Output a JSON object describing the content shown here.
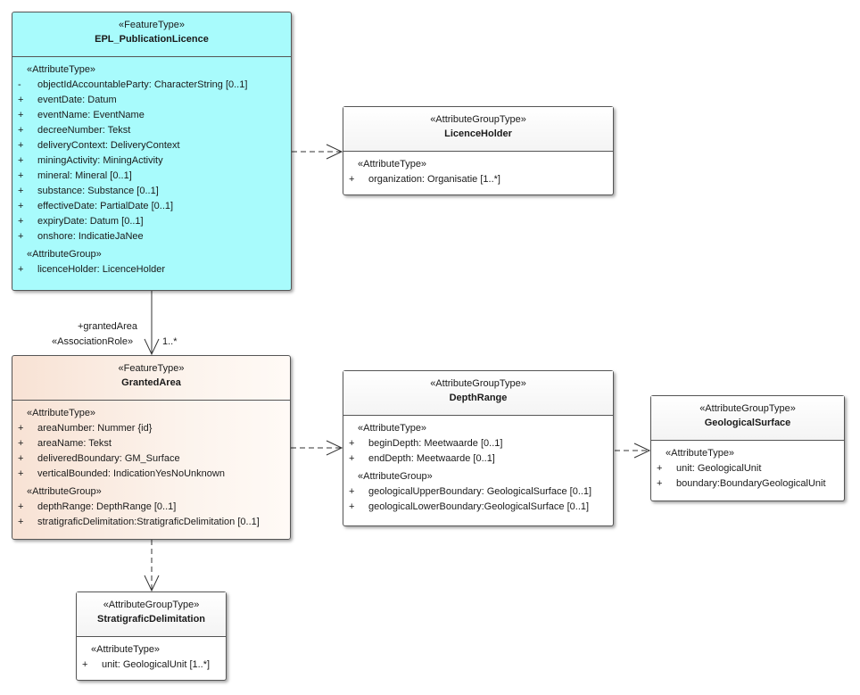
{
  "classes": {
    "epl": {
      "stereotype": "«FeatureType»",
      "name": "EPL_PublicationLicence",
      "sections": [
        {
          "label": "«AttributeType»",
          "attrs": [
            {
              "vis": "-",
              "text": "objectIdAccountableParty: CharacterString [0..1]"
            },
            {
              "vis": "+",
              "text": "eventDate: Datum"
            },
            {
              "vis": "+",
              "text": "eventName: EventName"
            },
            {
              "vis": "+",
              "text": "decreeNumber: Tekst"
            },
            {
              "vis": "+",
              "text": "deliveryContext: DeliveryContext"
            },
            {
              "vis": "+",
              "text": "miningActivity: MiningActivity"
            },
            {
              "vis": "+",
              "text": "mineral: Mineral [0..1]"
            },
            {
              "vis": "+",
              "text": "substance: Substance [0..1]"
            },
            {
              "vis": "+",
              "text": "effectiveDate: PartialDate [0..1]"
            },
            {
              "vis": "+",
              "text": "expiryDate: Datum [0..1]"
            },
            {
              "vis": "+",
              "text": "onshore: IndicatieJaNee"
            }
          ]
        },
        {
          "label": "«AttributeGroup»",
          "attrs": [
            {
              "vis": "+",
              "text": "licenceHolder: LicenceHolder"
            }
          ]
        }
      ]
    },
    "licenceholder": {
      "stereotype": "«AttributeGroupType»",
      "name": "LicenceHolder",
      "sections": [
        {
          "label": "«AttributeType»",
          "attrs": [
            {
              "vis": "+",
              "text": "organization: Organisatie [1..*]"
            }
          ]
        }
      ]
    },
    "grantedarea": {
      "stereotype": "«FeatureType»",
      "name": "GrantedArea",
      "sections": [
        {
          "label": "«AttributeType»",
          "attrs": [
            {
              "vis": "+",
              "text": "areaNumber: Nummer {id}"
            },
            {
              "vis": "+",
              "text": "areaName: Tekst"
            },
            {
              "vis": "+",
              "text": "deliveredBoundary: GM_Surface"
            },
            {
              "vis": "+",
              "text": "verticalBounded: IndicationYesNoUnknown"
            }
          ]
        },
        {
          "label": "«AttributeGroup»",
          "attrs": [
            {
              "vis": "+",
              "text": "depthRange: DepthRange [0..1]"
            },
            {
              "vis": "+",
              "text": "stratigraficDelimitation:StratigraficDelimitation [0..1]"
            }
          ]
        }
      ]
    },
    "depthrange": {
      "stereotype": "«AttributeGroupType»",
      "name": "DepthRange",
      "sections": [
        {
          "label": "«AttributeType»",
          "attrs": [
            {
              "vis": "+",
              "text": "beginDepth: Meetwaarde [0..1]"
            },
            {
              "vis": "+",
              "text": "endDepth: Meetwaarde [0..1]"
            }
          ]
        },
        {
          "label": "«AttributeGroup»",
          "attrs": [
            {
              "vis": "+",
              "text": "geologicalUpperBoundary: GeologicalSurface [0..1]"
            },
            {
              "vis": "+",
              "text": "geologicalLowerBoundary:GeologicalSurface [0..1]"
            }
          ]
        }
      ]
    },
    "geosurface": {
      "stereotype": "«AttributeGroupType»",
      "name": "GeologicalSurface",
      "sections": [
        {
          "label": "«AttributeType»",
          "attrs": [
            {
              "vis": "+",
              "text": "unit: GeologicalUnit"
            },
            {
              "vis": "+",
              "text": "boundary:BoundaryGeologicalUnit"
            }
          ]
        }
      ]
    },
    "stratdelim": {
      "stereotype": "«AttributeGroupType»",
      "name": "StratigraficDelimitation",
      "sections": [
        {
          "label": "«AttributeType»",
          "attrs": [
            {
              "vis": "+",
              "text": "unit: GeologicalUnit [1..*]"
            }
          ]
        }
      ]
    }
  },
  "association": {
    "role": "+grantedArea",
    "stereotype": "«AssociationRole»",
    "multiplicity": "1..*"
  },
  "colors": {
    "feature_cyan": "#a8fbfc",
    "feature_peach": "#f8e2d4",
    "border": "#555555"
  }
}
